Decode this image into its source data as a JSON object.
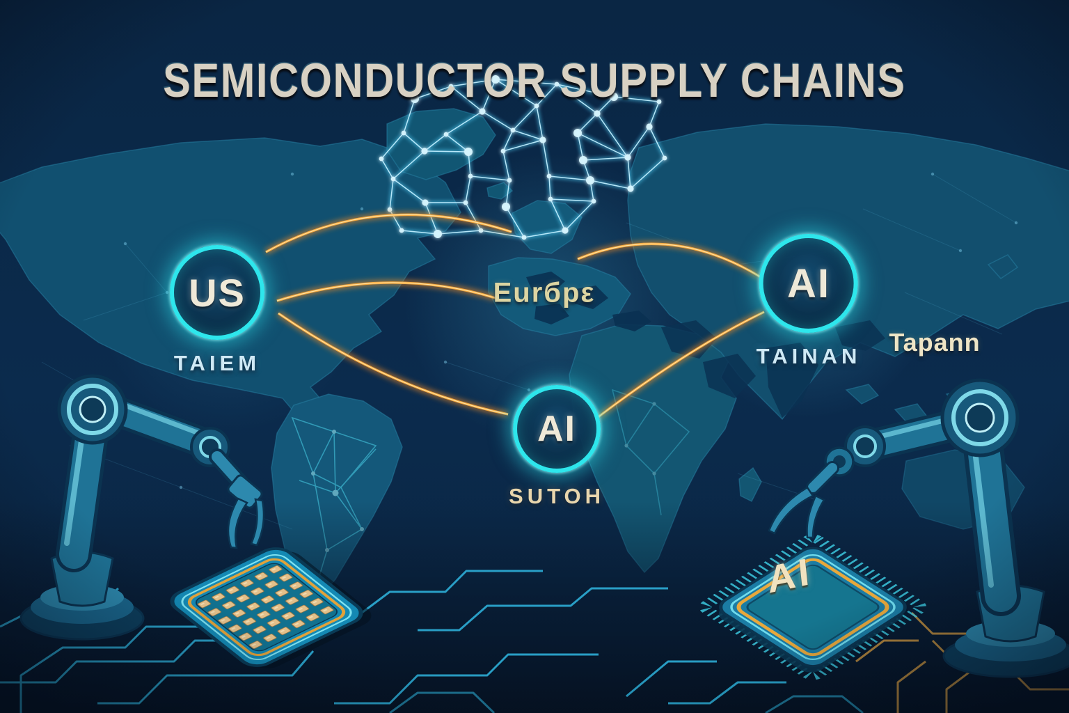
{
  "title": "SEMICONDUCTOR SUPPLY CHAINS",
  "nodes": [
    {
      "id": "us",
      "label": "US",
      "sublabel": "TAIEM"
    },
    {
      "id": "tainan",
      "label": "AI",
      "sublabel": "TAINAN"
    },
    {
      "id": "sutoh",
      "label": "AI",
      "sublabel": "SUTOH"
    }
  ],
  "regions": [
    {
      "id": "europe",
      "text": "Eurбpε"
    },
    {
      "id": "taiwan",
      "text": "Tapann"
    }
  ],
  "chip": {
    "label": "AI"
  },
  "colors": {
    "background": "#0b2845",
    "land": "#11516f",
    "node_ring": "#2ee6ec",
    "node_text": "#efe9d8",
    "connection_orange": "#f6a93e",
    "constellation_cyan": "#8fe0ff",
    "title_text": "#d8d1c3",
    "sublabel_blue": "#cfe9f5",
    "label_cream": "#ddd5a2",
    "circuit_cyan": "#2fb6e0",
    "circuit_gold": "#c28f3e"
  }
}
